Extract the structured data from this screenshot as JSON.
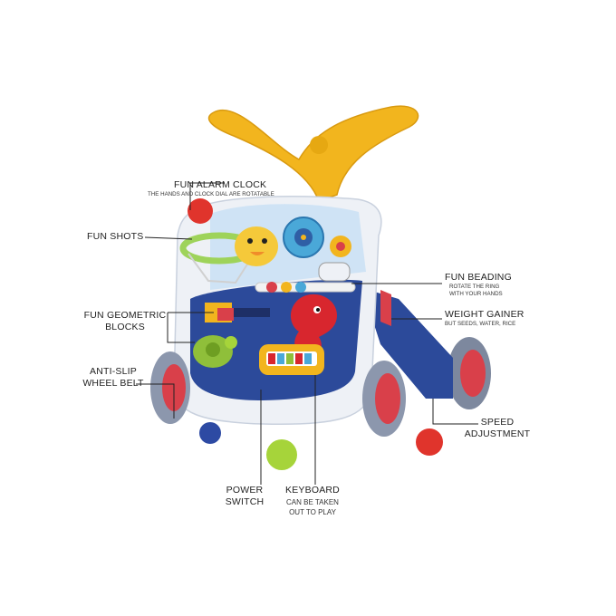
{
  "labels": {
    "alarm_clock": "FUN ALARM CLOCK",
    "alarm_clock_sub": "THE HANDS AND CLOCK DIAL ARE ROTATABLE",
    "fun_shots": "FUN SHOTS",
    "geometric_1": "FUN GEOMETRIC",
    "geometric_2": "BLOCKS",
    "anti_slip_1": "ANTI-SLIP",
    "anti_slip_2": "WHEEL BELT",
    "beading": "FUN BEADING",
    "beading_sub_1": "ROTATE THE RING",
    "beading_sub_2": "WITH YOUR HANDS",
    "weight": "WEIGHT GAINER",
    "weight_sub": "BUT SEEDS, WATER, RICE",
    "speed_1": "SPEED",
    "speed_2": "ADJUSTMENT",
    "power_1": "POWER",
    "power_2": "SWITCH",
    "keyboard": "KEYBOARD",
    "keyboard_sub_1": "CAN BE TAKEN",
    "keyboard_sub_2": "OUT TO PLAY"
  },
  "colors": {
    "handle": "#f2b51e",
    "body_white": "#eef1f6",
    "panel_blue": "#2c4a9a",
    "wheel_grey": "#8c97ad",
    "wheel_red": "#d9404a",
    "seahorse": "#d8262e",
    "turtle": "#8fbf3a",
    "ball_red": "#e0342c",
    "ball_blue": "#2d4aa3",
    "ball_green": "#a6d43a"
  }
}
